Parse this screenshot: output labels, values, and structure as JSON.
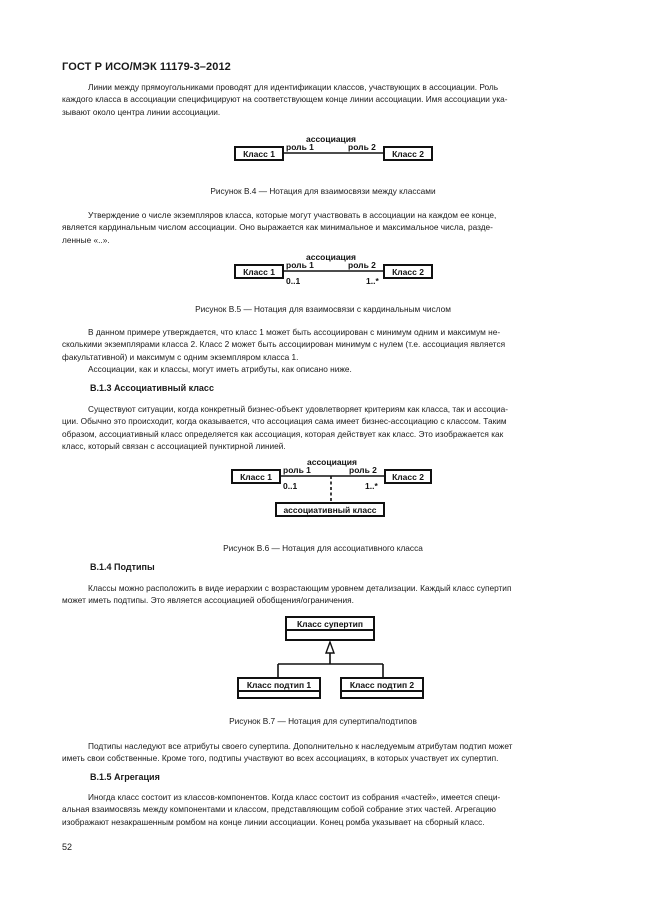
{
  "header": "ГОСТ Р ИСО/МЭК 11179-3–2012",
  "intro_lines": [
    "Линии между прямоугольниками проводят для идентификации классов, участвующих в ассоциации. Роль",
    "каждого класса в ассоциации специфицируют на соответствующем конце линии ассоциации. Имя ассоциации ука-",
    "зывают около центра линии ассоциации."
  ],
  "fig4": {
    "assoc": "ассоциация",
    "role1": "роль 1",
    "role2": "роль 2",
    "class1": "Класс 1",
    "class2": "Класс 2",
    "caption": "Рисунок В.4 — Нотация для взаимосвязи между классами"
  },
  "card_lines": [
    "Утверждение о числе экземпляров класса, которые могут участвовать в ассоциации на каждом ее конце,",
    "является кардинальным числом ассоциации. Оно выражается как минимальное и максимальное числа, разде-",
    "ленные «..»."
  ],
  "fig5": {
    "assoc": "ассоциация",
    "role1": "роль 1",
    "role2": "роль 2",
    "class1": "Класс 1",
    "class2": "Класс 2",
    "card1": "0..1",
    "card2": "1..*",
    "caption": "Рисунок В.5 — Нотация для взаимосвязи с кардинальным числом"
  },
  "example_lines": [
    "В данном примере утверждается, что класс 1 может быть ассоциирован с минимум одним и максимум не-",
    "сколькими экземплярами класса 2. Класс 2 может быть ассоциирован минимум с нулем (т.е. ассоциация является",
    "факультативной) и максимум с одним экземпляром класса 1.",
    "Ассоциации, как и классы, могут иметь атрибуты, как описано ниже."
  ],
  "sec13": "В.1.3 Ассоциативный класс",
  "sec13_lines": [
    "Существуют ситуации, когда конкретный бизнес-объект удовлетворяет критериям как класса, так и ассоциа-",
    "ции. Обычно это происходит, когда оказывается, что ассоциация сама имеет бизнес-ассоциацию с классом. Таким",
    "образом, ассоциативный класс определяется как ассоциация, которая действует как класс. Это изображается как",
    "класс, который связан с ассоциацией пунктирной линией."
  ],
  "fig6": {
    "assoc": "ассоциация",
    "role1": "роль 1",
    "role2": "роль 2",
    "class1": "Класс 1",
    "class2": "Класс 2",
    "card1": "0..1",
    "card2": "1..*",
    "assoc_class": "ассоциативный класс",
    "caption": "Рисунок В.6 — Нотация для ассоциативного класса"
  },
  "sec14": "В.1.4 Подтипы",
  "sec14_lines": [
    "Классы можно расположить в виде иерархии с возрастающим уровнем детализации. Каждый класс супертип",
    "может иметь подтипы. Это является ассоциацией обобщения/ограничения."
  ],
  "fig7": {
    "super": "Класс супертип",
    "sub1": "Класс подтип 1",
    "sub2": "Класс подтип 2",
    "caption": "Рисунок В.7 — Нотация для супертипа/подтипов"
  },
  "subtype_lines": [
    "Подтипы наследуют все атрибуты своего супертипа. Дополнительно к наследуемым атрибутам подтип может",
    "иметь свои собственные. Кроме того, подтипы участвуют во всех ассоциациях, в которых участвует их супертип."
  ],
  "sec15": "В.1.5 Агрегация",
  "sec15_lines": [
    "Иногда класс состоит из классов-компонентов. Когда класс состоит из собрания «частей», имеется специ-",
    "альная взаимосвязь между компонентами и классом, представляющим собой собрание этих частей. Агрегацию",
    "изображают незакрашенным ромбом на конце линии ассоциации. Конец ромба указывает на сборный класс."
  ],
  "page_number": "52"
}
